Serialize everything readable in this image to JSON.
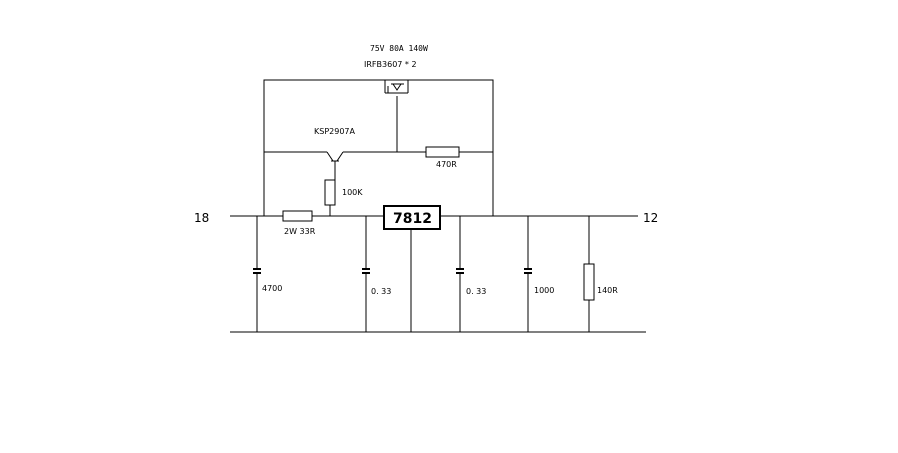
{
  "labels": {
    "input_voltage": "18",
    "output_voltage": "12",
    "mosfet_spec": "75V 80A 140W",
    "mosfet_part": "IRFB3607 * 2",
    "transistor_part": "KSP2907A",
    "r_base": "470R",
    "r_bias": "100K",
    "r_sense": "2W 33R",
    "regulator": "7812",
    "c_in_bulk": "4700",
    "c_in_bypass": "0. 33",
    "c_out_bypass": "0. 33",
    "c_out_bulk": "1000",
    "r_load": "140R"
  }
}
